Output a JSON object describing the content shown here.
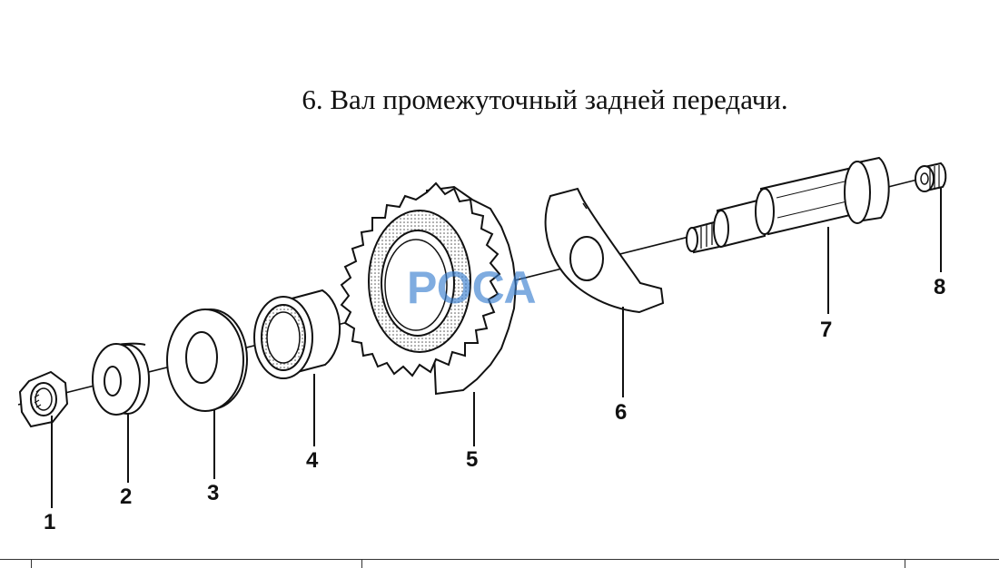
{
  "title": "6. Вал промежуточный задней передачи.",
  "watermark": "РОСА",
  "colors": {
    "ink": "#111111",
    "watermark": "#3a7fd0",
    "background": "#ffffff"
  },
  "parts": [
    {
      "number": "1",
      "icon": "hex-nut-icon"
    },
    {
      "number": "2",
      "icon": "thick-washer-icon"
    },
    {
      "number": "3",
      "icon": "flat-washer-icon"
    },
    {
      "number": "4",
      "icon": "needle-bearing-icon"
    },
    {
      "number": "5",
      "icon": "gear-icon"
    },
    {
      "number": "6",
      "icon": "bracket-plate-icon"
    },
    {
      "number": "7",
      "icon": "shaft-icon"
    },
    {
      "number": "8",
      "icon": "threaded-plug-icon"
    }
  ]
}
